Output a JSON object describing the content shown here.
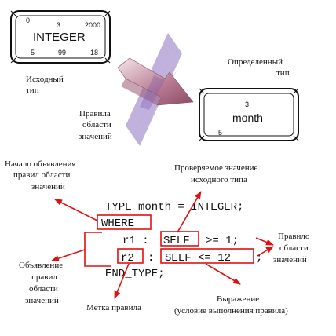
{
  "source_box": {
    "title": "INTEGER",
    "corner_tl": "0",
    "top_mid": "3",
    "top_right": "2000",
    "bottom_left": "5",
    "bottom_mid": "99",
    "bottom_right": "18",
    "caption": [
      "Исходный",
      "тип"
    ]
  },
  "target_box": {
    "title": "month",
    "top_mid": "3",
    "bottom_left": "5",
    "caption": [
      "Определенный",
      "тип"
    ]
  },
  "arrow_caption": [
    "Правила",
    "области",
    "значений"
  ],
  "code": {
    "line1": "TYPE month = INTEGER;",
    "where_kw": "WHERE",
    "r1_label": "r1 :",
    "self1": "SELF",
    "rest1": ">= 1;",
    "r2_label": "r2",
    "colon2": ":",
    "expr2": "SELF <= 12",
    "semi2": ";",
    "end_line": "END_TYPE;"
  },
  "annotations": {
    "start_decl": [
      "Начало объявления",
      "правил области",
      "значений"
    ],
    "checked_value": [
      "Проверяемое значение",
      "исходного типа"
    ],
    "rule_right": [
      "Правило",
      "области",
      "значений"
    ],
    "decl_left": [
      "Объявление",
      "правил",
      "области",
      "значений"
    ],
    "rule_label": [
      "Метка правила"
    ],
    "expression": [
      "Выражение",
      "(условие выполнения правила)"
    ]
  },
  "colors": {
    "red": "#e01010",
    "plane": "#8a6fc0",
    "arrow": "#9a5a74"
  }
}
